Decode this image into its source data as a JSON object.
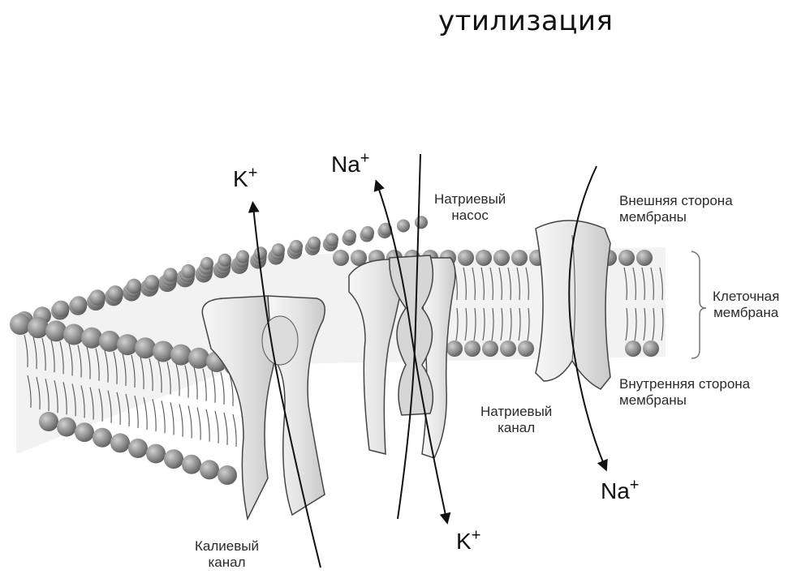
{
  "heading": "утилизация",
  "labels": {
    "sodium_pump": [
      "Натриевый",
      "насос"
    ],
    "outer_side": [
      "Внешняя сторона",
      "мембраны"
    ],
    "cell_membrane": [
      "Клеточная",
      "мембрана"
    ],
    "inner_side": [
      "Внутренняя сторона",
      "мембраны"
    ],
    "sodium_channel": [
      "Натриевый",
      "канал"
    ],
    "potassium_channel": [
      "Калиевый",
      "канал"
    ]
  },
  "ions": {
    "k_top": {
      "symbol": "K",
      "charge": "+"
    },
    "na_top": {
      "symbol": "Na",
      "charge": "+"
    },
    "k_bottom": {
      "symbol": "K",
      "charge": "+"
    },
    "na_bottom": {
      "symbol": "Na",
      "charge": "+"
    }
  },
  "colors": {
    "head": "#8f8f8f",
    "protein": "#ececec",
    "outline": "#333333"
  }
}
